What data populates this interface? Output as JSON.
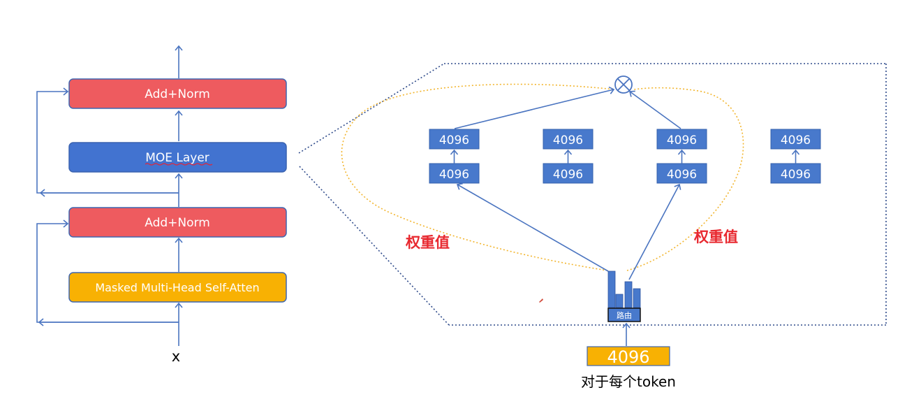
{
  "left_stack": {
    "add_norm_top": "Add+Norm",
    "moe_layer": "MOE Layer",
    "add_norm_bottom": "Add+Norm",
    "attention": "Masked Multi-Head Self-Atten",
    "input": "x"
  },
  "experts": {
    "e1_top": "4096",
    "e1_bottom": "4096",
    "e2_top": "4096",
    "e2_bottom": "4096",
    "e3_top": "4096",
    "e3_bottom": "4096",
    "e4_top": "4096",
    "e4_bottom": "4096"
  },
  "weights": {
    "left": "权重值",
    "right": "权重值"
  },
  "router": {
    "label": "路由"
  },
  "token": {
    "value": "4096",
    "caption": "对于每个token"
  },
  "colors": {
    "add_norm": "#ee5b5f",
    "moe": "#4273d0",
    "attention": "#f8b103",
    "expert": "#4879cc",
    "router_bar": "#4879cc",
    "token": "#f8b103",
    "arrow": "#4a74c0",
    "dotted_curve": "#f2b52e",
    "dotted_border": "#2e4a8a"
  }
}
